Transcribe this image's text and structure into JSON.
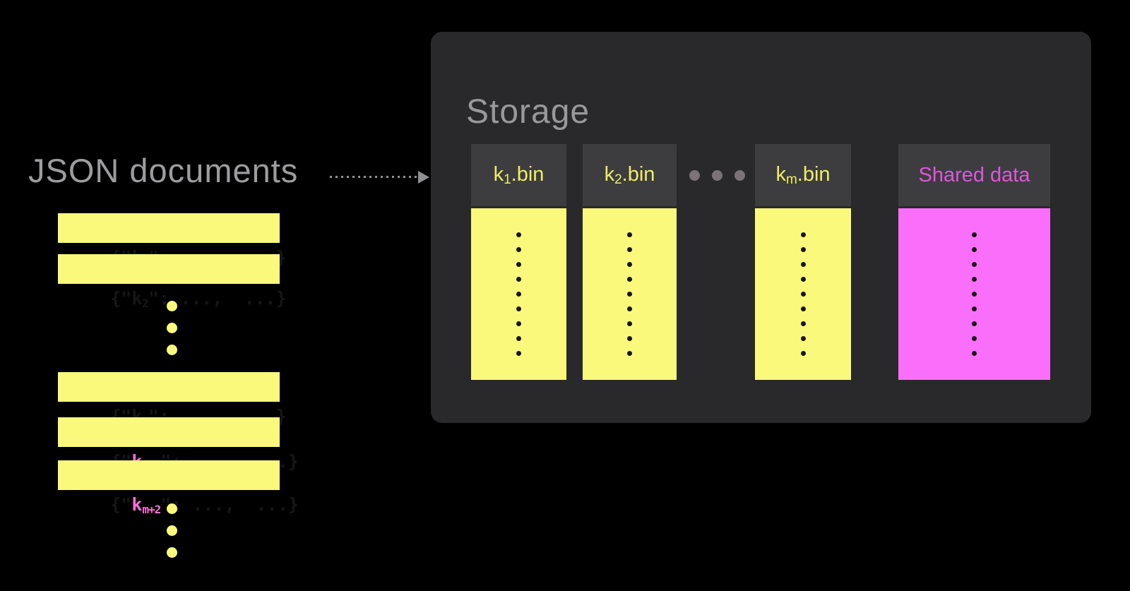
{
  "colors": {
    "bg": "#000000",
    "yellow": "#FAF97C",
    "bin-label-yellow": "#F0ED65",
    "pink": "#FA6FFA",
    "pink-label": "#E354DD",
    "pink-key": "#FA70D9",
    "box-bg": "#29292B",
    "header-bg": "#3D3D3F",
    "storage-title": "#98989D",
    "docs-label": "#9D9DA0",
    "sep-dot": "#7B737A",
    "arrow": "#919193",
    "bar-text": "#161616",
    "content-dot": "#161616"
  },
  "left_panel": {
    "title": "JSON documents",
    "documents": [
      {
        "open": "{\"",
        "key": "k",
        "sub": "1",
        "close": "\": ...,  ...}",
        "pink_key": false
      },
      {
        "open": "{\"",
        "key": "k",
        "sub": "2",
        "close": "\": ...,  ...}",
        "pink_key": false
      },
      {
        "open": "{\"",
        "key": "k",
        "sub": "m",
        "close": "\": ...,  ...}",
        "pink_key": false
      },
      {
        "open": "{\"",
        "key": "k",
        "sub": "m+1",
        "close": "\": ...,  ...}",
        "pink_key": true
      },
      {
        "open": "{\"",
        "key": "k",
        "sub": "m+2",
        "close": "\": ...,  ...}",
        "pink_key": true
      }
    ],
    "middle_ellipsis_dots": 3,
    "bottom_ellipsis_dots": 3
  },
  "storage": {
    "title": "Storage",
    "bins": [
      {
        "key": "k",
        "sub": "1",
        "ext": ".bin",
        "shared": false
      },
      {
        "key": "k",
        "sub": "2",
        "ext": ".bin",
        "shared": false
      },
      {
        "key": "k",
        "sub": "m",
        "ext": ".bin",
        "shared": false
      },
      {
        "label": "Shared data",
        "shared": true
      }
    ],
    "separator_dots": 3,
    "bin_content_dots": 9
  }
}
